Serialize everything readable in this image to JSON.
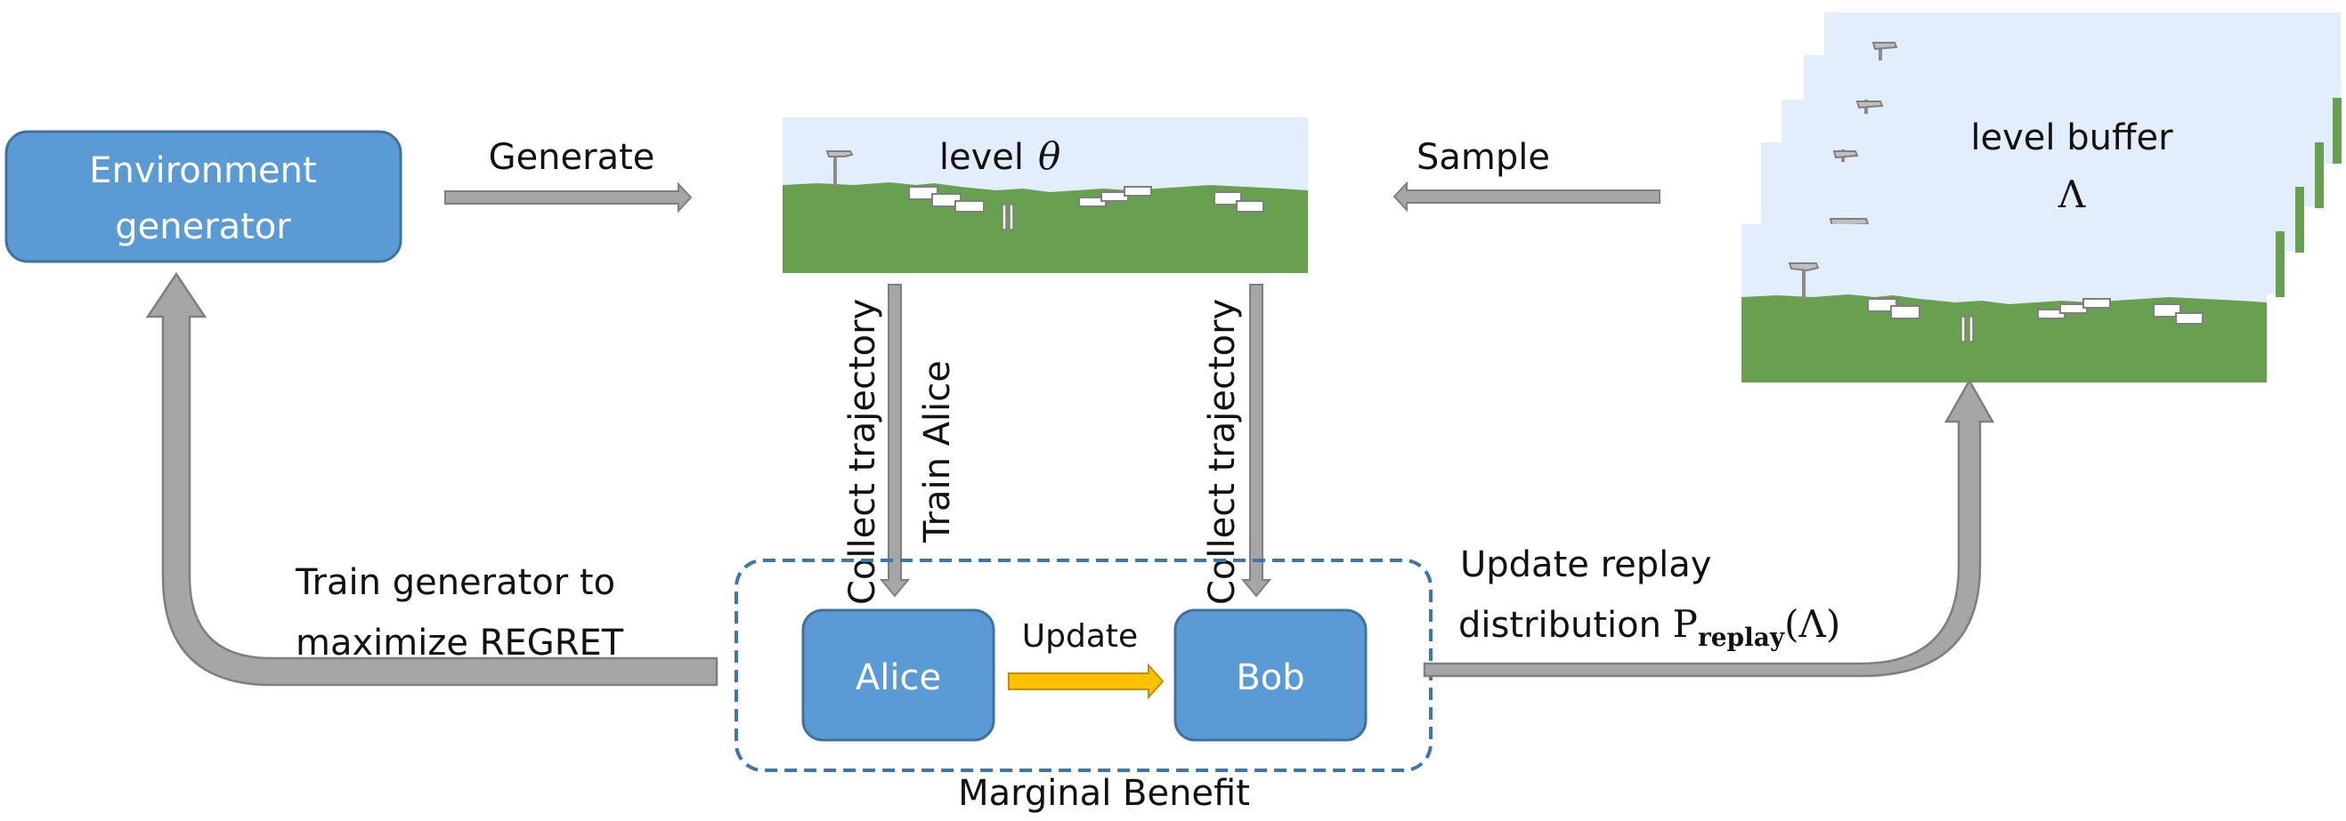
{
  "nodes": {
    "env_generator": {
      "line1": "Environment",
      "line2": "generator"
    },
    "alice": "Alice",
    "bob": "Bob",
    "level": {
      "text": "level",
      "symbol": "θ"
    },
    "level_buffer": {
      "line1": "level buffer",
      "symbol": "Λ"
    },
    "group_label": "Marginal Benefit"
  },
  "edges": {
    "generate": "Generate",
    "sample": "Sample",
    "collect_left": "Collect trajectory",
    "train_alice": "Train Alice",
    "collect_right": "Collect trajectory",
    "update": "Update",
    "train_generator": {
      "line1": "Train generator to",
      "line2": "maximize REGRET"
    },
    "update_replay": {
      "line1": "Update replay",
      "line2_prefix": "distribution ",
      "P": "P",
      "subscript": "replay",
      "arg": "(Λ)"
    }
  },
  "colors": {
    "box_fill": "#5b9bd5",
    "box_stroke": "#41719c",
    "arrow_gray": "#a6a6a6",
    "arrow_gray_stroke": "#7f7f7f",
    "arrow_yellow": "#ffc000",
    "sky": "#e3eefc",
    "ground": "#68a04f",
    "dashed_border": "#3f76a8"
  }
}
